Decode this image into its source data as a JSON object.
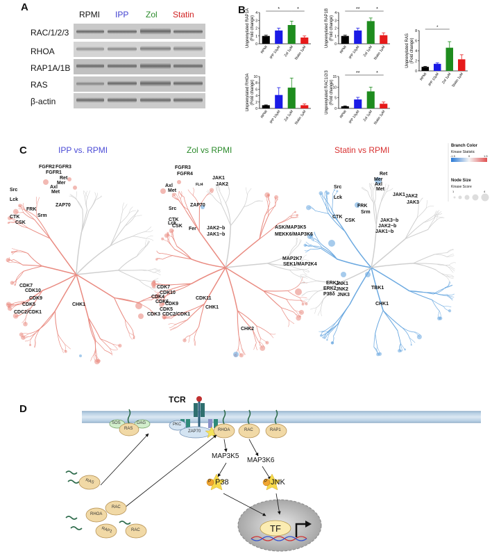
{
  "panel_a": {
    "letter": "A",
    "columns": [
      "RPMI",
      "IPP",
      "Zol",
      "Statin"
    ],
    "column_colors": [
      "#111111",
      "#4040d0",
      "#2a8a2a",
      "#d02020"
    ],
    "rows": [
      "RAC/1/2/3",
      "RHOA",
      "RAP1A/1B",
      "RAS",
      "β-actin"
    ]
  },
  "panel_b": {
    "letter": "B",
    "conditions": [
      "RPMI",
      "IPP 10μM",
      "Zol 1μM",
      "Statin 1μM"
    ],
    "colors": [
      "#000000",
      "#1a1ae6",
      "#1e8c1e",
      "#e61a1a"
    ],
    "charts": [
      {
        "id": "rap1a",
        "ylabel": "Unprenylated RAP1A (Fold change)",
        "ymax": 4,
        "ticks": [
          0,
          1,
          2,
          3,
          4
        ],
        "values": [
          1.0,
          1.7,
          2.4,
          0.8
        ],
        "errors": [
          0.1,
          0.3,
          0.5,
          0.2
        ],
        "sig": [
          {
            "text": "*"
          },
          {
            "text": "*"
          }
        ]
      },
      {
        "id": "rap1b",
        "ylabel": "Unprenylated RAP1B (Fold change)",
        "ymax": 4,
        "ticks": [
          0,
          1,
          2,
          3,
          4
        ],
        "values": [
          1.0,
          1.7,
          2.9,
          1.1
        ],
        "errors": [
          0.1,
          0.3,
          0.4,
          0.3
        ],
        "sig": [
          {
            "text": "**"
          },
          {
            "text": "*"
          }
        ]
      },
      {
        "id": "ras",
        "ylabel": "Unprenylated RAS (Fold change)",
        "ymax": 8,
        "ticks": [
          0,
          2,
          4,
          6,
          8
        ],
        "values": [
          0.8,
          1.4,
          4.6,
          2.3
        ],
        "errors": [
          0.1,
          0.2,
          1.2,
          0.9
        ],
        "sig": [
          {
            "text": "*"
          }
        ]
      },
      {
        "id": "rhoa",
        "ylabel": "Unprenylated RHOA (Fold change)",
        "ymax": 10,
        "ticks": [
          0,
          2,
          4,
          6,
          8,
          10
        ],
        "values": [
          1.0,
          4.2,
          6.5,
          1.0
        ],
        "errors": [
          0.1,
          2.3,
          3.0,
          0.4
        ],
        "sig": []
      },
      {
        "id": "rac",
        "ylabel": "Unprenylated RAC1/2/3 (Fold change)",
        "ymax": 15,
        "ticks": [
          0,
          5,
          10,
          15
        ],
        "values": [
          1.0,
          4.2,
          8.0,
          2.2
        ],
        "errors": [
          0.2,
          1.0,
          2.0,
          0.8
        ],
        "sig": [
          {
            "text": "**"
          },
          {
            "text": "*"
          }
        ]
      }
    ]
  },
  "panel_c": {
    "letter": "C",
    "trees": [
      {
        "title": "IPP vs. RPMI",
        "color": "#4a4ad6"
      },
      {
        "title": "Zol vs RPMI",
        "color": "#2a8a2a"
      },
      {
        "title": "Statin vs RPMI",
        "color": "#d83030"
      }
    ],
    "kinases_ipp": [
      "FGFR2",
      "FGFR3",
      "FGFR1",
      "Ret",
      "Mer",
      "Axl",
      "Met",
      "Src",
      "Lck",
      "ZAP70",
      "FRK",
      "Srm",
      "CTK",
      "CSK",
      "CDK7",
      "CDK10",
      "CDK9",
      "CDK5",
      "CDC2/CDK1",
      "CHK1"
    ],
    "kinases_zol": [
      "FGFR3",
      "FGFR4",
      "Axl",
      "Met",
      "FLt4",
      "JAK1",
      "JAK2",
      "Src",
      "ZAP70",
      "Lck",
      "CTK",
      "CSK",
      "Fer",
      "JAK2~b",
      "JAK1~b",
      "ASK/MAP3K5",
      "MEKK6/MAP3K6",
      "MAP2K7",
      "SEK1/MAP2K4",
      "CDK7",
      "CDK10",
      "CDK4",
      "CDK6",
      "CDK11",
      "CDK9",
      "CDK5",
      "CDK3",
      "CDC2/CDK1",
      "CHK1",
      "CHK2"
    ],
    "kinases_statin": [
      "Ret",
      "Mer",
      "Axl",
      "Met",
      "Src",
      "Lck",
      "JAK1",
      "JAK2",
      "JAK3",
      "FRK",
      "Srm",
      "CTK",
      "CSK",
      "JAK3~b",
      "JAK2~b",
      "JAK1~b",
      "ERK1",
      "ERK2",
      "P38δ",
      "JNK1",
      "JNK2",
      "JNK3",
      "TBK1",
      "CHK1"
    ],
    "legend": {
      "branch_title": "Branch Color",
      "branch_sub": "Kinase Statistic",
      "branch_ticks": [
        "-1.5",
        "0",
        "1.5"
      ],
      "node_title": "Node Size",
      "node_sub": "Kinase Score",
      "node_ticks": [
        "1",
        "4"
      ]
    }
  },
  "panel_d": {
    "letter": "D",
    "tcr": "TCR",
    "membrane_proteins": [
      "SOS",
      "DAG",
      "RAS",
      "PKC",
      "ZAP70",
      "RHOA",
      "RAC",
      "RAP1"
    ],
    "mapk": [
      "MAP3K5",
      "MAP3K6"
    ],
    "phospho": [
      "P",
      "P"
    ],
    "targets": [
      "P38",
      "JNK"
    ],
    "tf": "TF",
    "cytosolic": [
      "RAS",
      "RHOA",
      "RAC",
      "RAP1",
      "RAC"
    ]
  }
}
